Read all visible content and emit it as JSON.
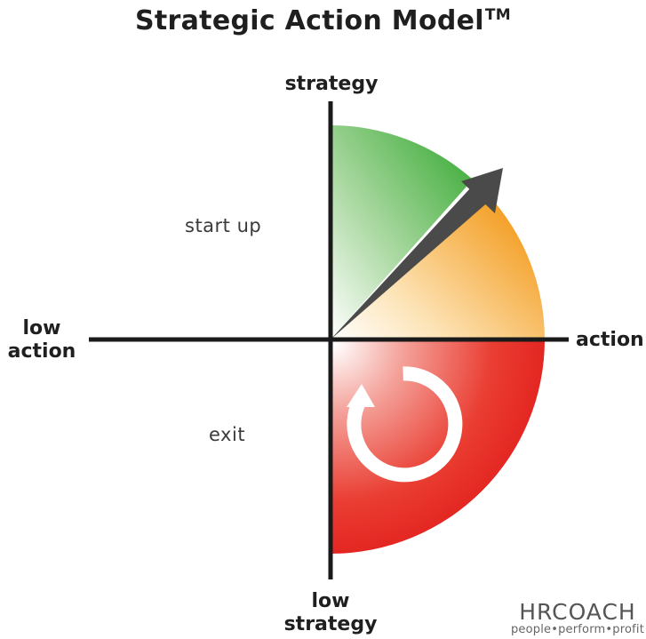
{
  "title": {
    "text": "Strategic Action Model",
    "mark": "TM"
  },
  "axes": {
    "top": "strategy",
    "right": "action",
    "left_line1": "low",
    "left_line2": "action",
    "bottom_line1": "low",
    "bottom_line2": "strategy"
  },
  "zones": {
    "upper_left": "start up",
    "lower_left": "exit"
  },
  "brand": {
    "name": "HRCOACH",
    "tagline": "people•perform•profit"
  },
  "colors": {
    "green": "#3aaa35",
    "orange": "#f39c1f",
    "red": "#e52521",
    "arrow": "#4a4a4a",
    "axis": "#1a1a1a"
  },
  "icons": {
    "cycle": "circular-arrow-icon",
    "direction": "arrow-icon"
  }
}
